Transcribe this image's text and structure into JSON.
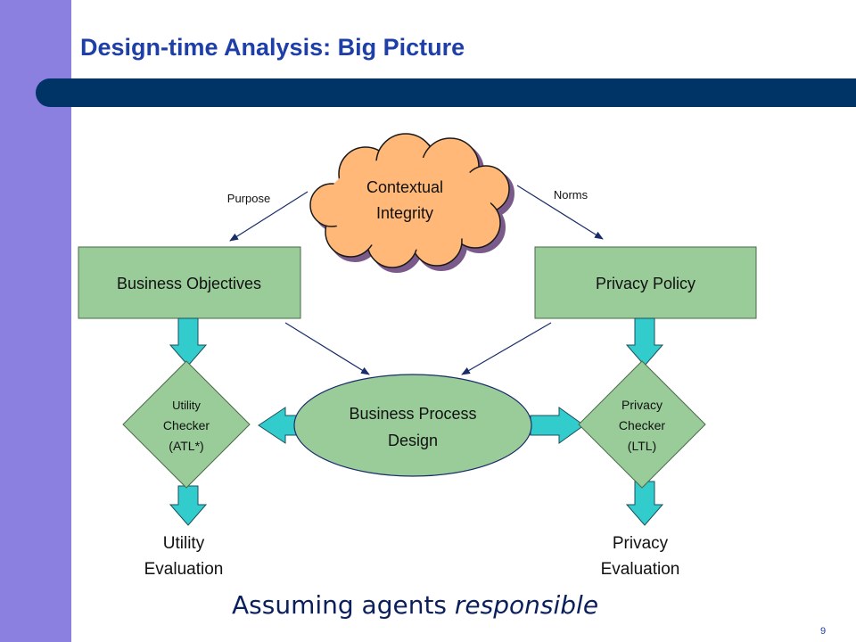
{
  "slide": {
    "title": "Design-time Analysis: Big Picture",
    "page_number": "9",
    "footer_prefix": "Assuming agents ",
    "footer_emphasis": "responsible"
  },
  "diagram": {
    "cloud": {
      "line1": "Contextual",
      "line2": "Integrity"
    },
    "edge_left_label": "Purpose",
    "edge_right_label": "Norms",
    "box_left": "Business Objectives",
    "box_right": "Privacy Policy",
    "center": {
      "line1": "Business Process",
      "line2": "Design"
    },
    "diamond_left": {
      "line1": "Utility",
      "line2": "Checker",
      "line3": "(ATL*)"
    },
    "diamond_right": {
      "line1": "Privacy",
      "line2": "Checker",
      "line3": "(LTL)"
    },
    "output_left": {
      "line1": "Utility",
      "line2": "Evaluation"
    },
    "output_right": {
      "line1": "Privacy",
      "line2": "Evaluation"
    }
  },
  "colors": {
    "sidebar": "#8b7fe0",
    "title_bar": "#003366",
    "title_text": "#1f3fa8",
    "cloud_fill": "#ffb878",
    "node_fill": "#99cc99",
    "block_arrow_fill": "#33cccc",
    "connector": "#1a2d6b"
  }
}
